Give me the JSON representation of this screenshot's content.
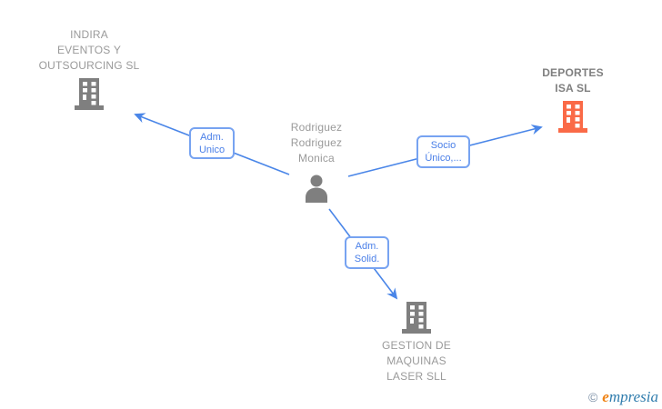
{
  "diagram": {
    "person": {
      "name_lines": [
        "Rodriguez",
        "Rodriguez",
        "Monica"
      ]
    },
    "companies": {
      "indira": {
        "name_lines": [
          "INDIRA",
          "EVENTOS Y",
          "OUTSOURCING SL"
        ],
        "icon_color": "#7f7f7f",
        "highlighted": false
      },
      "deportes": {
        "name_lines": [
          "DEPORTES",
          "ISA SL"
        ],
        "icon_color": "#fa6a47",
        "highlighted": true
      },
      "gestion": {
        "name_lines": [
          "GESTION DE",
          "MAQUINAS",
          "LASER SLL"
        ],
        "icon_color": "#7f7f7f",
        "highlighted": false
      }
    },
    "edges": {
      "adm_unico": {
        "label_lines": [
          "Adm.",
          "Unico"
        ],
        "from": "person",
        "to": "indira"
      },
      "socio": {
        "label_lines": [
          "Socio",
          "Único,..."
        ],
        "from": "person",
        "to": "deportes"
      },
      "adm_solid": {
        "label_lines": [
          "Adm.",
          "Solid."
        ],
        "from": "person",
        "to": "gestion"
      }
    },
    "colors": {
      "edge_blue": "#4a86e8",
      "box_border_blue": "#77a3f1",
      "box_text_blue": "#4a7fe8",
      "label_gray": "#9a9a9a",
      "icon_gray": "#7f7f7f",
      "accent_orange": "#fa6a47"
    }
  },
  "watermark": {
    "copyright": "©",
    "brand_first_letter": "e",
    "brand_rest": "mpresia"
  }
}
